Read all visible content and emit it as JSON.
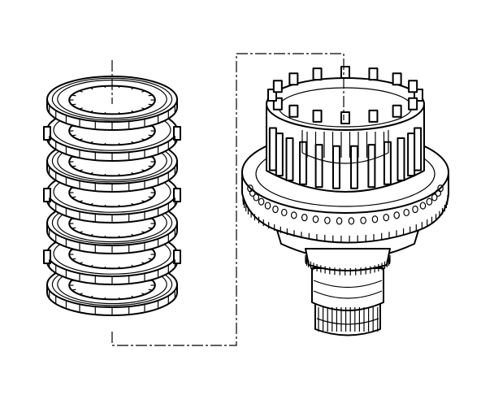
{
  "figure": {
    "background": "#ffffff",
    "ink": "#000000",
    "parts": {
      "plate_stack": {
        "name": "clutch-plate-stack",
        "plate_count": 7
      },
      "drum": {
        "name": "clutch-drum-with-output-shaft"
      },
      "leader": {
        "style": "dash-dot"
      }
    }
  }
}
